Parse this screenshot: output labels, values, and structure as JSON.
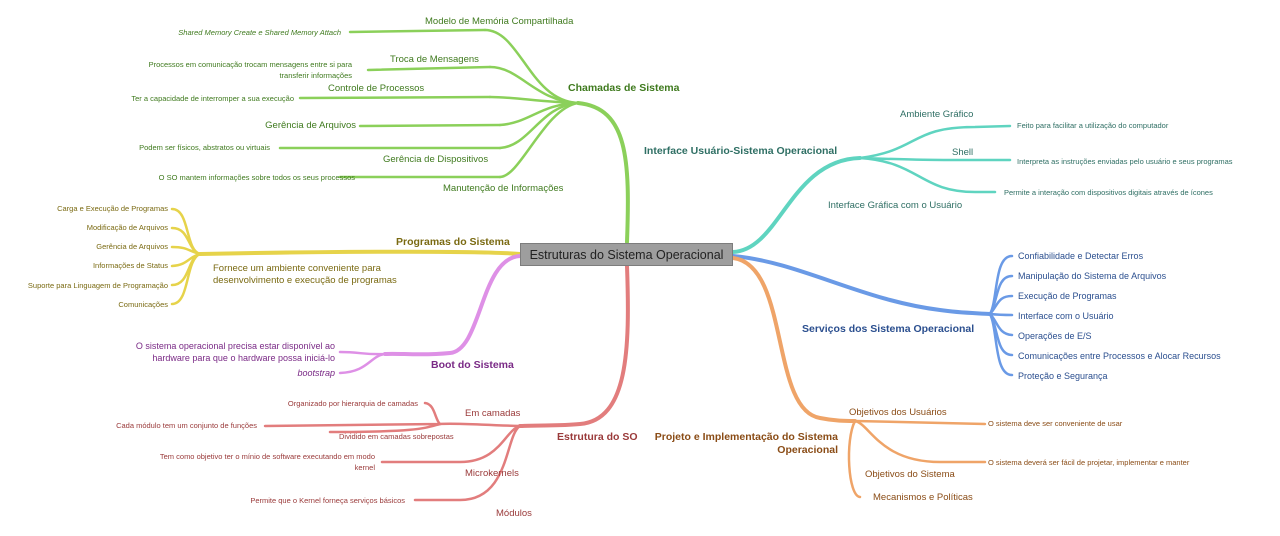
{
  "central": {
    "label": "Estruturas do Sistema Operacional"
  },
  "colors": {
    "chamadas": "#8bd05a",
    "programas": "#e6d34a",
    "boot": "#de90e6",
    "estrutura": "#e27d7d",
    "interface": "#5fd4c0",
    "servicos": "#6a9ae6",
    "projeto": "#efa468",
    "text_green": "#3f7a1e",
    "text_olive": "#7a6a12",
    "text_purple": "#7a2a86",
    "text_red": "#9a3a3a",
    "text_teal": "#2f6f64",
    "text_blue": "#2b4f8f",
    "text_orange": "#8a4c16"
  },
  "branches": {
    "chamadas": {
      "label": "Chamadas de Sistema",
      "items": [
        {
          "label": "Modelo de Memória Compartilhada",
          "detail": "Shared Memory Create e Shared Memory Attach"
        },
        {
          "label": "Troca de Mensagens",
          "detail": "Processos em comunicação trocam mensagens entre si para transferir informações"
        },
        {
          "label": "Controle de Processos",
          "detail": "Ter a capacidade de interromper a sua execução"
        },
        {
          "label": "Gerência de Arquivos",
          "detail": ""
        },
        {
          "label": "Gerência de Dispositivos",
          "detail": "Podem ser físicos, abstratos ou virtuais"
        },
        {
          "label": "Manutenção de Informações",
          "detail": "O SO mantem informações sobre todos os seus processos"
        }
      ]
    },
    "programas": {
      "label": "Programas do Sistema",
      "description": "Fornece um ambiente conveniente para desenvolvimento e execução de programas",
      "items": [
        "Carga e Execução de Programas",
        "Modificação de Arquivos",
        "Gerência de Arquivos",
        "Informações de Status",
        "Suporte para Linguagem de Programação",
        "Comunicações"
      ]
    },
    "boot": {
      "label": "Boot do Sistema",
      "description": "O sistema operacional precisa estar disponível ao hardware para que o hardware possa iniciá-lo",
      "term": "bootstrap"
    },
    "estrutura": {
      "label": "Estrutura do SO",
      "camadas": {
        "label": "Em camadas",
        "details": [
          "Organizado por hierarquia de camadas",
          "Cada módulo tem um conjunto de funções",
          "Dividido em camadas sobrepostas"
        ]
      },
      "microkernels": {
        "label": "Microkernels",
        "detail": "Tem como objetivo ter o mínio de software executando em modo kernel"
      },
      "modulos": {
        "label": "Módulos",
        "detail": "Permite que o Kernel forneça serviços básicos"
      }
    },
    "interface": {
      "label": "Interface Usuário-Sistema Operacional",
      "items": [
        {
          "label": "Ambiente Gráfico",
          "detail": "Feito para facilitar a utilização do computador"
        },
        {
          "label": "Shell",
          "detail": "Interpreta as instruções enviadas pelo usuário e seus programas"
        },
        {
          "label": "Interface Gráfica com o Usuário",
          "detail": "Permite a interação com dispositivos digitais através de ícones"
        }
      ]
    },
    "servicos": {
      "label": "Serviços dos Sistema Operacional",
      "items": [
        "Confiabilidade e Detectar Erros",
        "Manipulação do Sistema de Arquivos",
        "Execução de Programas",
        "Interface com o Usuário",
        "Operações de E/S",
        "Comunicações entre Processos e Alocar Recursos",
        "Proteção e Segurança"
      ]
    },
    "projeto": {
      "label_line1": "Projeto e Implementação do Sistema",
      "label_line2": "Operacional",
      "items": [
        {
          "label": "Objetivos dos Usuários",
          "detail": "O sistema deve ser conveniente de usar"
        },
        {
          "label": "Objetivos do Sistema",
          "detail": "O sistema deverá ser fácil de projetar, implementar e manter"
        },
        {
          "label": "Mecanismos e Políticas",
          "detail": ""
        }
      ]
    }
  }
}
